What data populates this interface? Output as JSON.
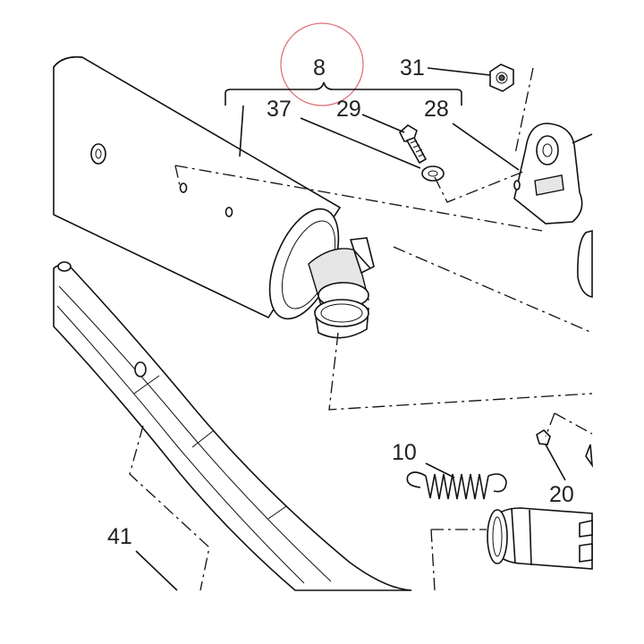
{
  "callouts": {
    "c8": "8",
    "c31": "31",
    "c37": "37",
    "c29": "29",
    "c28": "28",
    "c10": "10",
    "c20": "20",
    "c41": "41"
  },
  "colors": {
    "line": "#111111",
    "highlight_circle": "#e0707a",
    "fill": "#ffffff"
  }
}
